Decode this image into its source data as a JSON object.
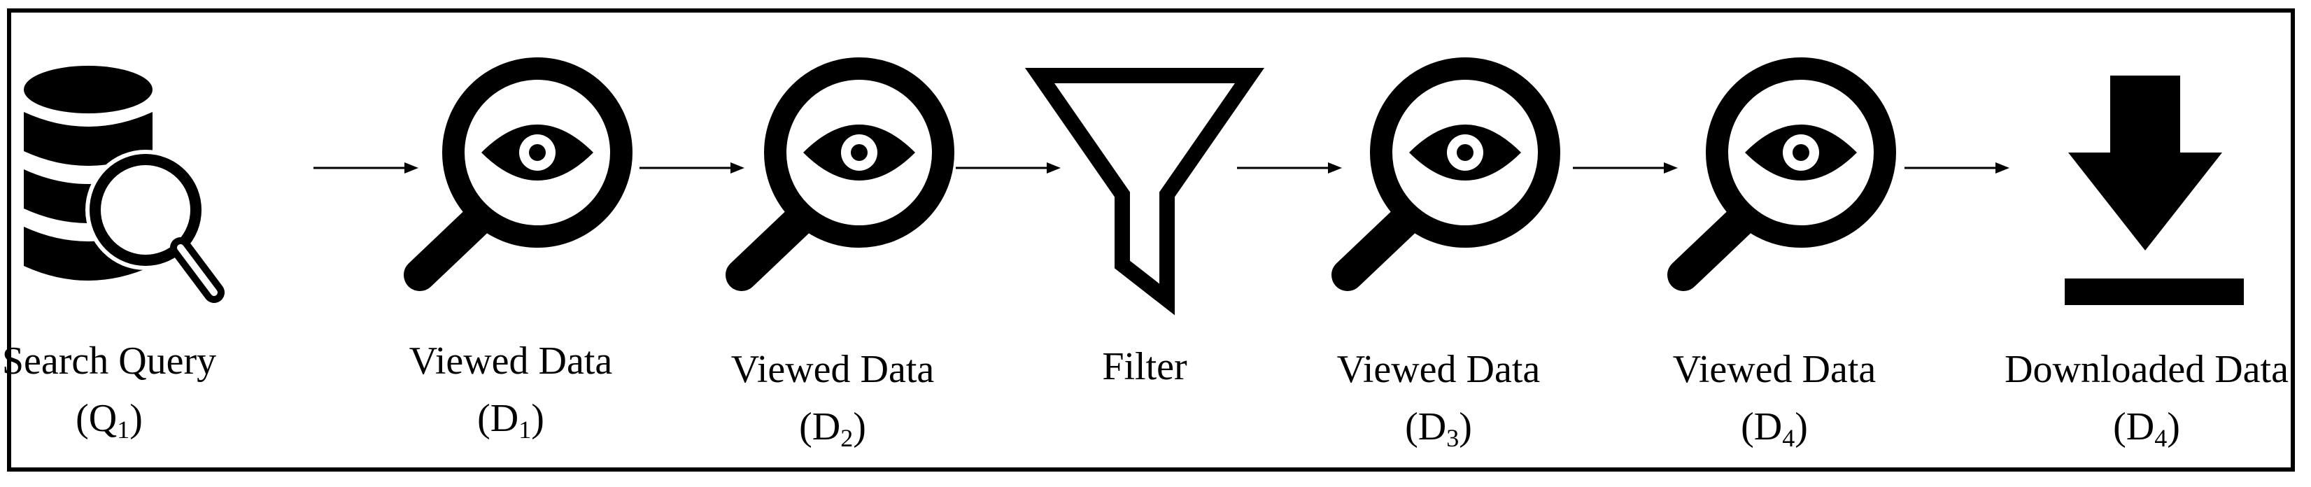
{
  "diagram": {
    "steps": [
      {
        "icon": "database-search-icon",
        "label": "Search Query",
        "id_main": "Q",
        "id_sub": "1"
      },
      {
        "icon": "view-data-icon",
        "label": "Viewed Data",
        "id_main": "D",
        "id_sub": "1"
      },
      {
        "icon": "view-data-icon",
        "label": "Viewed Data",
        "id_main": "D",
        "id_sub": "2"
      },
      {
        "icon": "filter-icon",
        "label": "Filter",
        "id_main": "",
        "id_sub": ""
      },
      {
        "icon": "view-data-icon",
        "label": "Viewed Data",
        "id_main": "D",
        "id_sub": "3"
      },
      {
        "icon": "view-data-icon",
        "label": "Viewed Data",
        "id_main": "D",
        "id_sub": "4"
      },
      {
        "icon": "download-icon",
        "label": "Downloaded Data",
        "id_main": "D",
        "id_sub": "4"
      }
    ]
  }
}
